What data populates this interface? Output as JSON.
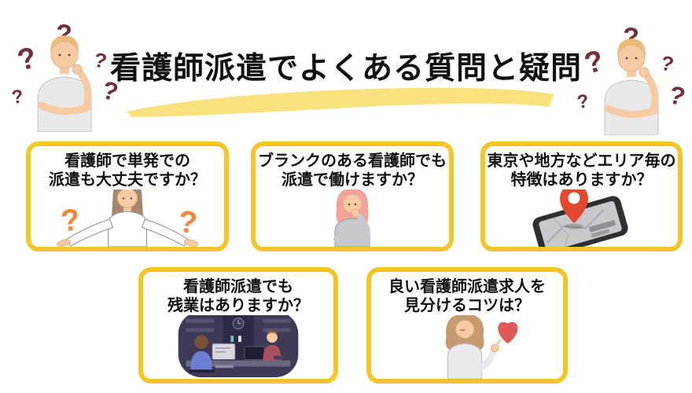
{
  "header": {
    "title": "看護師派遣でよくある質問と疑問",
    "left_figure": "thinking-man-with-question-marks",
    "right_figure": "thinking-man-with-question-marks"
  },
  "cards": [
    {
      "question_line1": "看護師で単発での",
      "question_line2": "派遣も大丈夫ですか？",
      "illustration": "shrugging-woman-with-question-marks"
    },
    {
      "question_line1": "ブランクのある看護師でも",
      "question_line2": "派遣で働けますか？",
      "illustration": "pondering-woman"
    },
    {
      "question_line1": "東京や地方などエリア毎の",
      "question_line2": "特徴はありますか？",
      "illustration": "red-map-pin-on-smartphone"
    },
    {
      "question_line1": "看護師派遣でも",
      "question_line2": "残業はありますか？",
      "illustration": "two-workers-at-computers-night-office"
    },
    {
      "question_line1": "良い看護師派遣求人を",
      "question_line2": "見分けるコツは？",
      "illustration": "woman-pointing-at-red-heart"
    }
  ],
  "colors": {
    "card_border": "#F4C527",
    "title_highlight": "#F9E27D",
    "title_text": "#111111",
    "header_question_marks": "#722F37",
    "card_question_marks_orange": "#F0883B",
    "map_pin_red": "#E2492F",
    "heart_red": "#E05A5A"
  }
}
